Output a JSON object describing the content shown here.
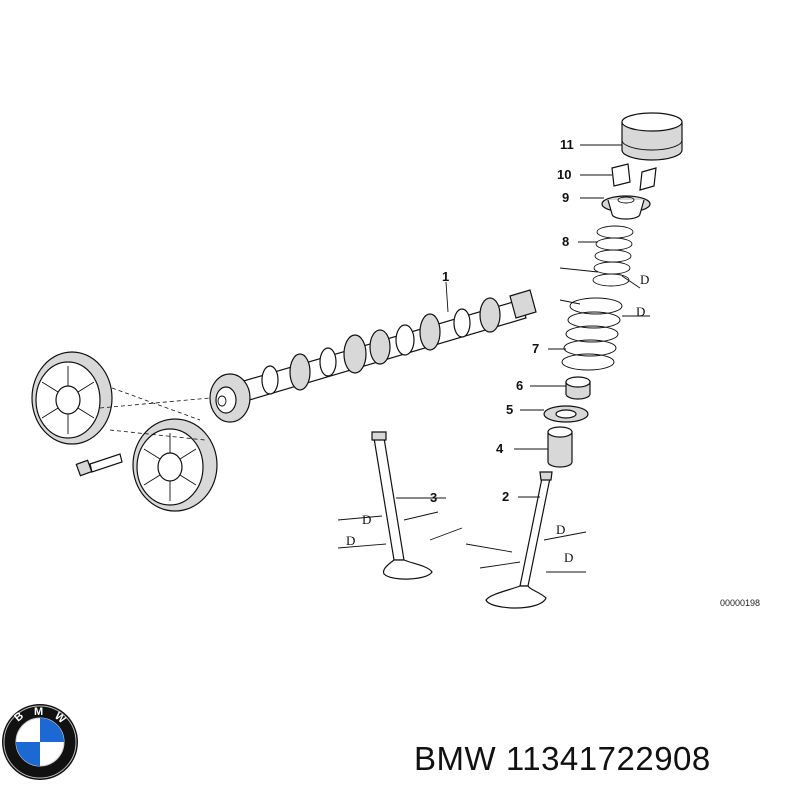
{
  "diagram": {
    "callouts": {
      "c1": "1",
      "c2": "2",
      "c3": "3",
      "c4": "4",
      "c5": "5",
      "c6": "6",
      "c7": "7",
      "c8": "8",
      "c9": "9",
      "c10": "10",
      "c11": "11"
    },
    "d_label": "D",
    "reference_code": "00000198"
  },
  "brand": {
    "logo_name": "BMW",
    "logo_letters": {
      "b": "B",
      "m": "M",
      "w": "W"
    },
    "caption": "BMW 11341722908"
  },
  "colors": {
    "logo_blue": "#1c69d4",
    "logo_ring": "#111111",
    "line": "#111111"
  }
}
